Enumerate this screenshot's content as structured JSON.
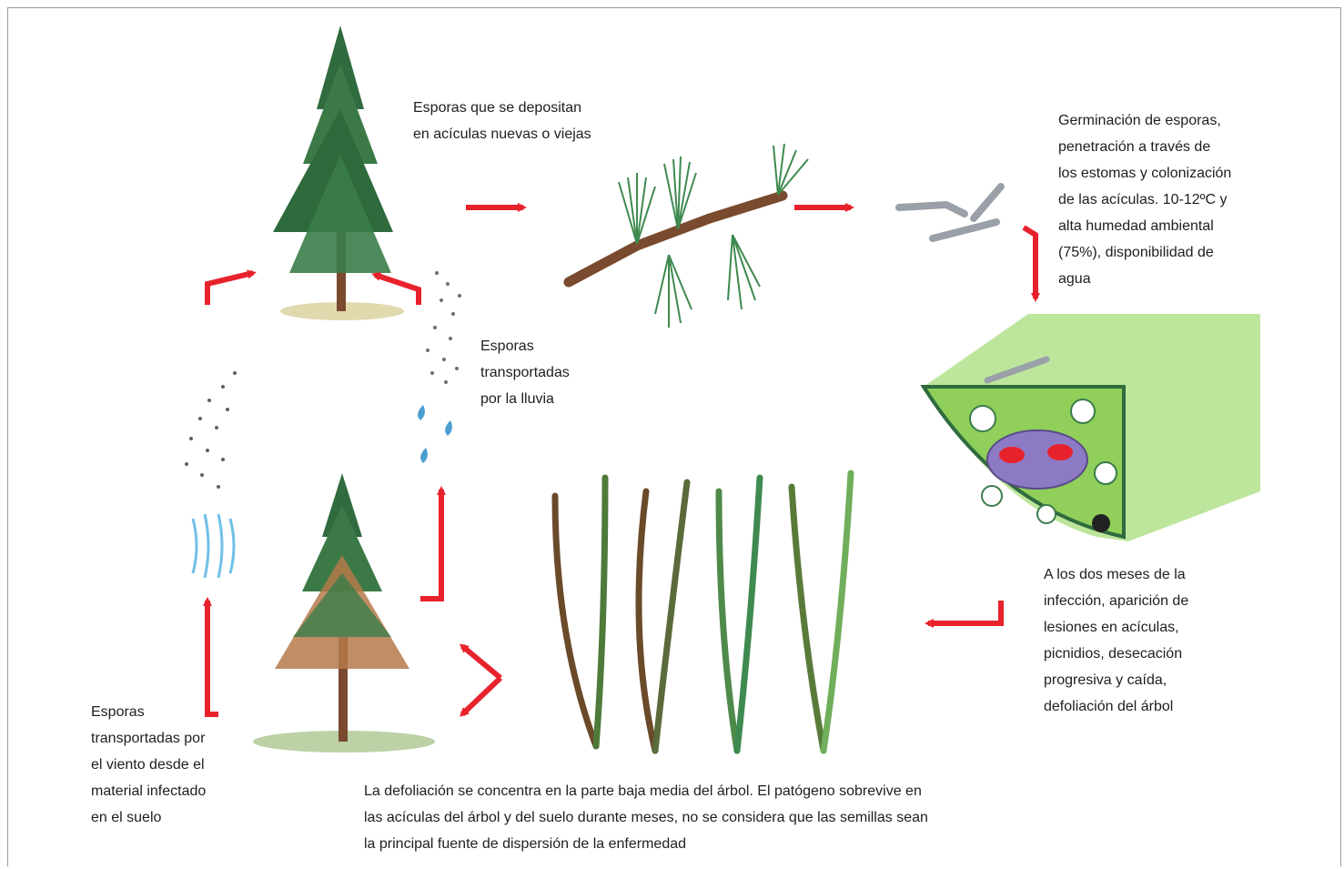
{
  "labels": {
    "deposit": [
      "Esporas que se depositan",
      "en acículas nuevas o viejas"
    ],
    "germination": [
      "Germinación de esporas,",
      "penetración a través de",
      "los estomas y colonización",
      "de las acículas. 10-12ºC y",
      "alta humedad ambiental",
      "(75%), disponibilidad de",
      "agua"
    ],
    "rain": [
      "Esporas",
      "transportadas",
      "por la lluvia"
    ],
    "infection": [
      "A los dos meses de la",
      "infección, aparición de",
      "lesiones en acículas,",
      "picnidios, desecación",
      "progresiva y caída,",
      "defoliación del árbol"
    ],
    "wind": [
      "Esporas",
      "transportadas por",
      "el viento desde el",
      "material infectado",
      "en el suelo"
    ],
    "caption": [
      "La defoliación se concentra en la parte baja media del árbol. El patógeno sobrevive en",
      "las acículas del árbol y del suelo durante meses, no se considera que las semillas sean",
      "la principal fuente de dispersión de la enfermedad"
    ]
  },
  "colors": {
    "arrow": "#e8222c",
    "needle_green": "#3f8a50",
    "tree_dark": "#2f6b3e",
    "trunk": "#7a4a2e",
    "tissue": "#8fcf5a",
    "rain_drop": "#4a9fd0",
    "wind": "#6fc0e6"
  }
}
